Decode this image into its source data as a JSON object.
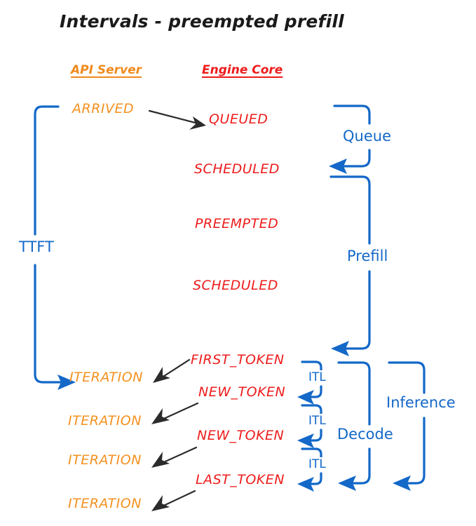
{
  "diagram": {
    "title": "Intervals - preempted prefill",
    "colors": {
      "orange": "#f49120",
      "red": "#ee1c1c",
      "blue": "#1368c8",
      "black": "#1a1a1a",
      "background": "#ffffff"
    },
    "columns": [
      {
        "label": "API Server",
        "color": "#f08a1c"
      },
      {
        "label": "Engine Core",
        "color": "#ed1c1c"
      }
    ],
    "api_events": [
      {
        "label": "ARRIVED"
      },
      {
        "label": "ITERATION"
      },
      {
        "label": "ITERATION"
      },
      {
        "label": "ITERATION"
      },
      {
        "label": "ITERATION"
      }
    ],
    "engine_events": [
      {
        "label": "QUEUED"
      },
      {
        "label": "SCHEDULED"
      },
      {
        "label": "PREEMPTED"
      },
      {
        "label": "SCHEDULED"
      },
      {
        "label": "FIRST_TOKEN"
      },
      {
        "label": "NEW_TOKEN"
      },
      {
        "label": "NEW_TOKEN"
      },
      {
        "label": "LAST_TOKEN"
      }
    ],
    "intervals": [
      {
        "label": "TTFT"
      },
      {
        "label": "Queue"
      },
      {
        "label": "Prefill"
      },
      {
        "label": "ITL"
      },
      {
        "label": "ITL"
      },
      {
        "label": "ITL"
      },
      {
        "label": "Decode"
      },
      {
        "label": "Inference"
      }
    ]
  }
}
